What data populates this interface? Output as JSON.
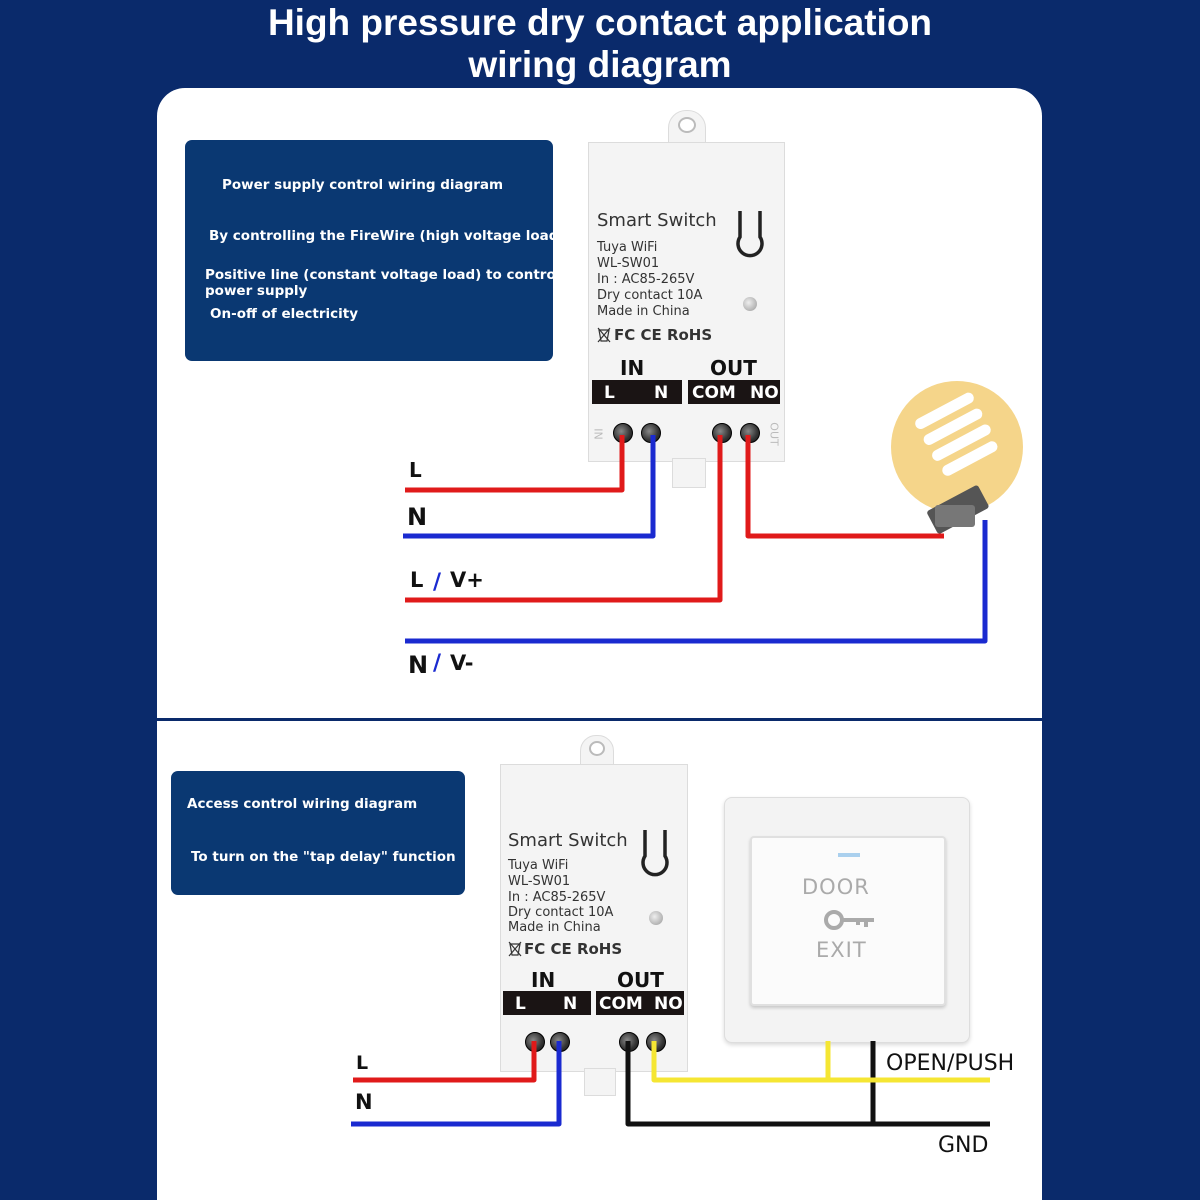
{
  "title": {
    "line1": "High pressure dry contact application",
    "line2": "wiring diagram"
  },
  "top_section": {
    "info": {
      "heading": "Power supply control wiring diagram",
      "line1": "By controlling the FireWire (high voltage load) or",
      "line2": "Positive line (constant voltage load) to control",
      "line3": "power supply",
      "line4": "On-off of electricity"
    },
    "wire_labels": {
      "l": "L",
      "n": "N",
      "lv_l": "L",
      "lv_slash": "/",
      "lv_v": "V+",
      "nv_n": "N",
      "nv_slash": "/",
      "nv_v": "V-"
    }
  },
  "bottom_section": {
    "info": {
      "heading": "Access control wiring diagram",
      "line1": "To turn on the \"tap delay\" function"
    },
    "wire_labels": {
      "l": "L",
      "n": "N",
      "open_push": "OPEN/PUSH",
      "gnd": "GND"
    },
    "door_button": {
      "top": "DOOR",
      "bottom": "EXIT"
    }
  },
  "device": {
    "name": "Smart Switch",
    "line1": "Tuya WiFi",
    "line2": "WL-SW01",
    "line3": "In : AC85-265V",
    "line4": "Dry contact 10A",
    "line5": "Made in China",
    "certs": "FC CE RoHS",
    "in_label": "IN",
    "out_label": "OUT",
    "term_l": "L",
    "term_n": "N",
    "term_com": "COM",
    "term_no": "NO",
    "side_in": "IN",
    "side_out": "OUT"
  },
  "colors": {
    "background": "#0a2a6b",
    "infobox": "#0a3872",
    "live_wire": "#e01a1a",
    "neutral_wire": "#1a2ad0",
    "signal_wire": "#f5e633",
    "ground_wire": "#111111",
    "bulb_glow": "#f5d58a"
  },
  "icons": {
    "power": "power-icon",
    "bulb": "light-bulb-icon",
    "key": "key-icon"
  }
}
